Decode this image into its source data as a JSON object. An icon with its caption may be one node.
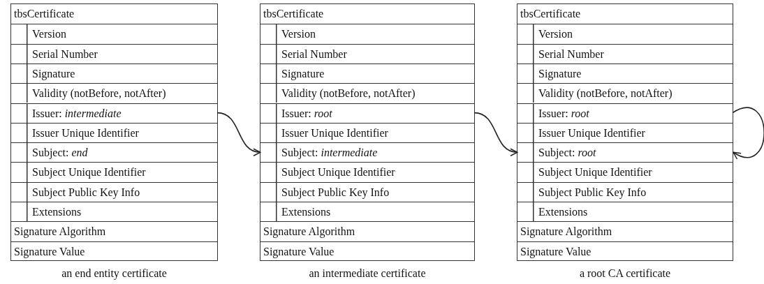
{
  "diagram": {
    "nodes": [
      {
        "text": [],
        "shape": "box",
        "beside": [
          "an end entity certificate"
        ]
      },
      {
        "text": [
          "tbsCertificate"
        ],
        "in": 0
      },
      {
        "text": [
          "Version"
        ],
        "in": 0
      },
      {
        "text": [
          "Serial Number"
        ],
        "in": 0
      },
      {
        "text": [
          "Signature"
        ],
        "in": 0
      },
      {
        "text": [
          "Validity (notBefore, notAfter)"
        ],
        "in": 0
      },
      {
        "text": [
          "Issuer: *intermediate*"
        ],
        "in": 0
      },
      {
        "text": [
          "Issuer Unique Identifier"
        ],
        "in": 0
      },
      {
        "text": [
          "Subject: *end*"
        ],
        "in": 0
      },
      {
        "text": [
          "Subject Unique Identifier"
        ],
        "in": 0
      },
      {
        "text": [
          "Subject Public Key Info"
        ],
        "in": 0
      },
      {
        "text": [
          "Extensions"
        ],
        "in": 0
      },
      {
        "text": [
          "Signature Algorithm"
        ],
        "in": 0
      },
      {
        "text": [
          "Signature Value"
        ],
        "in": 0
      },
      {
        "text": [],
        "shape": "box",
        "beside": [
          "an intermediate certificate"
        ]
      },
      {
        "text": [
          "tbsCertificate"
        ],
        "in": 14
      },
      {
        "text": [
          "Version"
        ],
        "in": 14
      },
      {
        "text": [
          "Serial Number"
        ],
        "in": 14
      },
      {
        "text": [
          "Signature"
        ],
        "in": 14
      },
      {
        "text": [
          "Validity (notBefore, notAfter)"
        ],
        "in": 14
      },
      {
        "text": [
          "Issuer: *root*"
        ],
        "in": 14
      },
      {
        "text": [
          "Issuer Unique Identifier"
        ],
        "in": 14
      },
      {
        "text": [
          "Subject: *intermediate*"
        ],
        "in": 14
      },
      {
        "text": [
          "Subject Unique Identifier"
        ],
        "in": 14
      },
      {
        "text": [
          "Subject Public Key Info"
        ],
        "in": 14
      },
      {
        "text": [
          "Extensions"
        ],
        "in": 14
      },
      {
        "text": [
          "Signature Algorithm"
        ],
        "in": 14
      },
      {
        "text": [
          "Signature Value"
        ],
        "in": 14
      },
      {
        "text": [],
        "shape": "box",
        "beside": [
          "a root CA certificate"
        ]
      },
      {
        "text": [
          "tbsCertificate"
        ],
        "in": 28
      },
      {
        "text": [
          "Version"
        ],
        "in": 28
      },
      {
        "text": [
          "Serial Number"
        ],
        "in": 28
      },
      {
        "text": [
          "Signature"
        ],
        "in": 28
      },
      {
        "text": [
          "Validity (notBefore, notAfter)"
        ],
        "in": 28
      },
      {
        "text": [
          "Issuer: *root*"
        ],
        "in": 28
      },
      {
        "text": [
          "Issuer Unique Identifier"
        ],
        "in": 28
      },
      {
        "text": [
          "Subject: *root*"
        ],
        "in": 28
      },
      {
        "text": [
          "Subject Unique Identifier"
        ],
        "in": 28
      },
      {
        "text": [
          "Subject Public Key Info"
        ],
        "in": 28
      },
      {
        "text": [
          "Extensions"
        ],
        "in": 28
      },
      {
        "text": [
          "Signature Algorithm"
        ],
        "in": 28
      },
      {
        "text": [
          "Signature Value"
        ],
        "in": 28
      }
    ],
    "edges": [
      {
        "from": 6,
        "to": 22,
        "arrow": "to"
      },
      {
        "from": 20,
        "to": 36,
        "arrow": "to"
      },
      {
        "from": 34,
        "to": 36,
        "arrow": "to"
      }
    ]
  }
}
